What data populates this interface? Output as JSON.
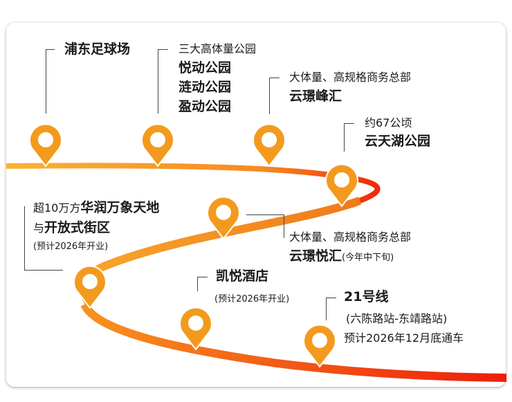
{
  "colors": {
    "road_start": "#F9B233",
    "road_end": "#EE1C0C",
    "pin": "#F39A1E"
  },
  "items": [
    {
      "bold": "浦东足球场"
    },
    {
      "subtitle": "三大高体量公园",
      "bold_lines": [
        "悦动公园",
        "涟动公园",
        "盈动公园"
      ]
    },
    {
      "subtitle": "大体量、高规格商务总部",
      "bold": "云璟峰汇"
    },
    {
      "subtitle": "约67公顷",
      "bold": "云天湖公园"
    },
    {
      "prefix": "超10万方",
      "bold": "华润万象天地",
      "prefix2": "与",
      "bold2": "开放式街区",
      "note": "(预计2026年开业)"
    },
    {
      "subtitle": "大体量、高规格商务总部",
      "bold": "云璟悦汇",
      "note": "(今年中下旬)"
    },
    {
      "bold": "凯悦酒店",
      "note": "(预计2026年开业)"
    },
    {
      "bold": "21号线",
      "line2": "(六陈路站-东靖路站)",
      "line3": "预计2026年12月底通车"
    }
  ]
}
